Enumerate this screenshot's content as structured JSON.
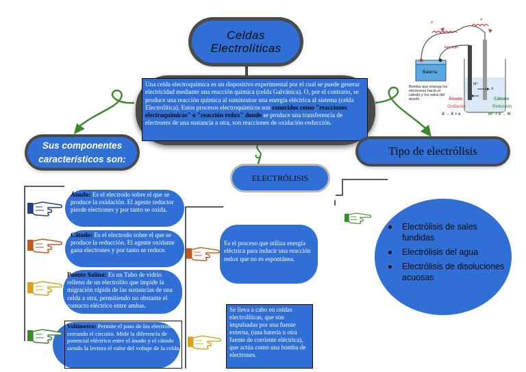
{
  "title": {
    "line1": "Celdas",
    "line2": "Electrolíticas"
  },
  "intro": {
    "part1": "Una celda electroquímica es un dispositivo experimental por el cual se puede generar electricidad mediante una reacción química (celda Galvánica). O, por el contrario, se produce una reacción química al suministrar una energía eléctrica al sistema (celda Electrolítica). Estos procesos electroquímicos son ",
    "bold": "conocidos como \"reacciones electroquímicas\" o \"reacción redox\" donde",
    "part2": " se produce una transferencia de electrones de una sustancia a otra, son reacciones de oxidación-reducción."
  },
  "components_heading": {
    "line1": "Sus componentes",
    "line2": "característicos son:"
  },
  "types_heading": "Tipo de electrólisis",
  "electrolysis_heading": "ELECTRÓLISIS",
  "components": [
    {
      "term": "Ánodo",
      "sep": ": ",
      "text": "Es el electrodo sobre el que se produce la oxidación. El agente reductor pierde electrones y por tanto se oxida."
    },
    {
      "term": "Cátodo",
      "sep": ": ",
      "text": "Es el electrodo sobre el que se produce la reducción. El agente oxidante gana electrones y por tanto se reduce."
    },
    {
      "term": "Puente Salino",
      "sep": ": ",
      "text": "Es un Tubo de vidrio relleno de un electrolito que impide la migración rápida de las sustancias de una celda a otra, permitiendo no obstante el contacto eléctrico entre ambas."
    },
    {
      "term": "Voltímetro",
      "sep": ": ",
      "text": "Permite el paso de los electrones cerrando el circuito. Mide la diferencia de potencial eléctrico entre el ánodo y el cátodo siendo la lectura el valor del voltaje de la celda"
    }
  ],
  "electrolysis_definition": "Es el proceso que utiliza energía eléctrica para inducir una reacción redox que no es espontánea.",
  "electrolysis_cells": "Se lleva a cabo en celdas electrolíticas, que son impulsadas por una fuente externa, (una batería u otra fuente de corriente eléctrica), que actúa como una bomba de electrones.",
  "types_list": [
    "Electrólisis de sales fundidas",
    "Electrólisis del agua",
    "Electrólisis de disoluciones acuosas"
  ],
  "cell_illustration": {
    "battery": "Batería",
    "pump_note": "Bomba que empuja los electrones hacia el cátodo y los retira del ánodo",
    "anode": "Ánodo",
    "oxidation": "Oxidación",
    "oxidation_eq": "X → X + e",
    "cathode": "Cátodo",
    "reduction": "Reducción",
    "reduction_eq": "M⁺ + e → M",
    "ion_m": "M⁺",
    "ion_x": "X",
    "electron": "e⁻"
  },
  "colors": {
    "node_fill": "#2f6fd6",
    "node_rim": "#4a4a4a",
    "arrow_green": "#3a8a2a"
  }
}
